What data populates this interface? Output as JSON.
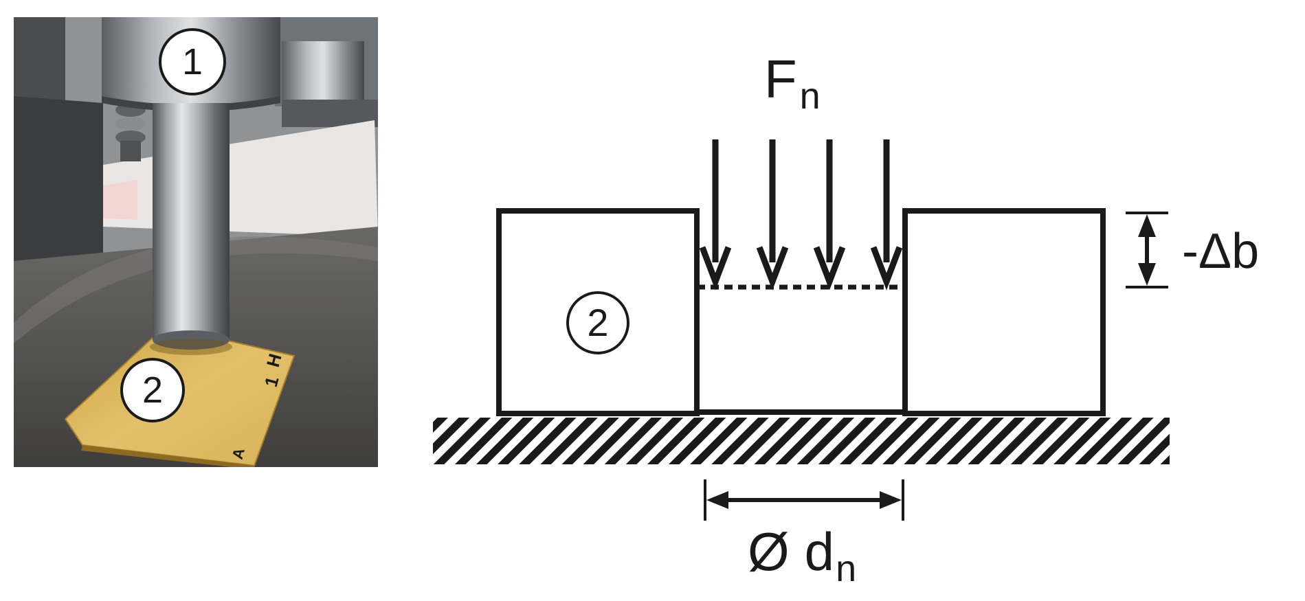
{
  "photo": {
    "marker_punch": "1",
    "marker_specimen": "2",
    "specimen_marking_top": "H",
    "specimen_marking_mid": "1",
    "specimen_marking_corner": "A",
    "colors": {
      "specimen": "#d9b255",
      "steel": "#9fa3a8",
      "table": "#5b5a58",
      "background": "#8f9396"
    }
  },
  "schematic": {
    "force_label": "F",
    "force_subscript": "n",
    "displacement_label": "-Δb",
    "specimen_marker": "2",
    "diameter_symbol": "Ø",
    "diameter_label": "d",
    "diameter_subscript": "n",
    "force_arrow_count": 4,
    "colors": {
      "line": "#1a1a1a",
      "fill": "#ffffff"
    }
  }
}
